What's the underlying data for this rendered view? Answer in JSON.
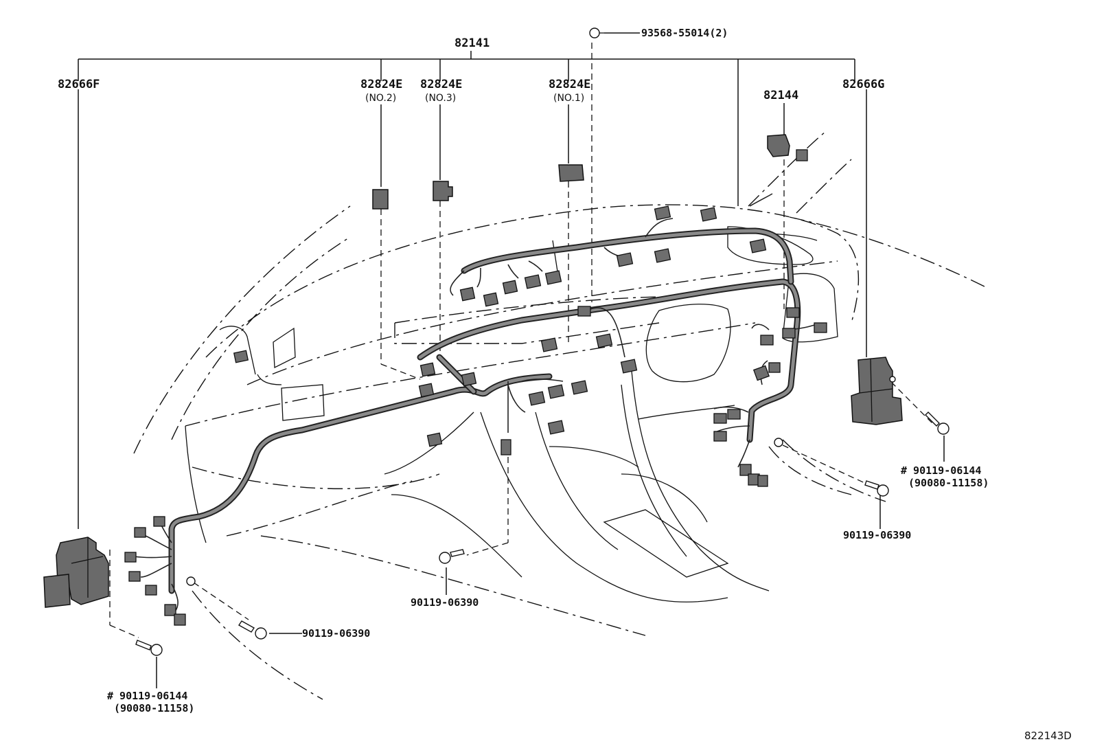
{
  "labels": {
    "harness_main": "82141",
    "screw_top": "93568-55014(2)",
    "block_left": "82666F",
    "block_right": "82666G",
    "relay_no2": "82824E",
    "relay_no2_sub": "(NO.2)",
    "relay_no3": "82824E",
    "relay_no3_sub": "(NO.3)",
    "relay_no1": "82824E",
    "relay_no1_sub": "(NO.1)",
    "sensor": "82144",
    "bolt_right_a": "# 90119-06144",
    "bolt_right_a_alt": "(90080-11158)",
    "bolt_right_b": "90119-06390",
    "bolt_center": "90119-06390",
    "bolt_left_a": "90119-06390",
    "bolt_left_b": "# 90119-06144",
    "bolt_left_b_alt": "(90080-11158)",
    "diagram_code": "822143D"
  }
}
